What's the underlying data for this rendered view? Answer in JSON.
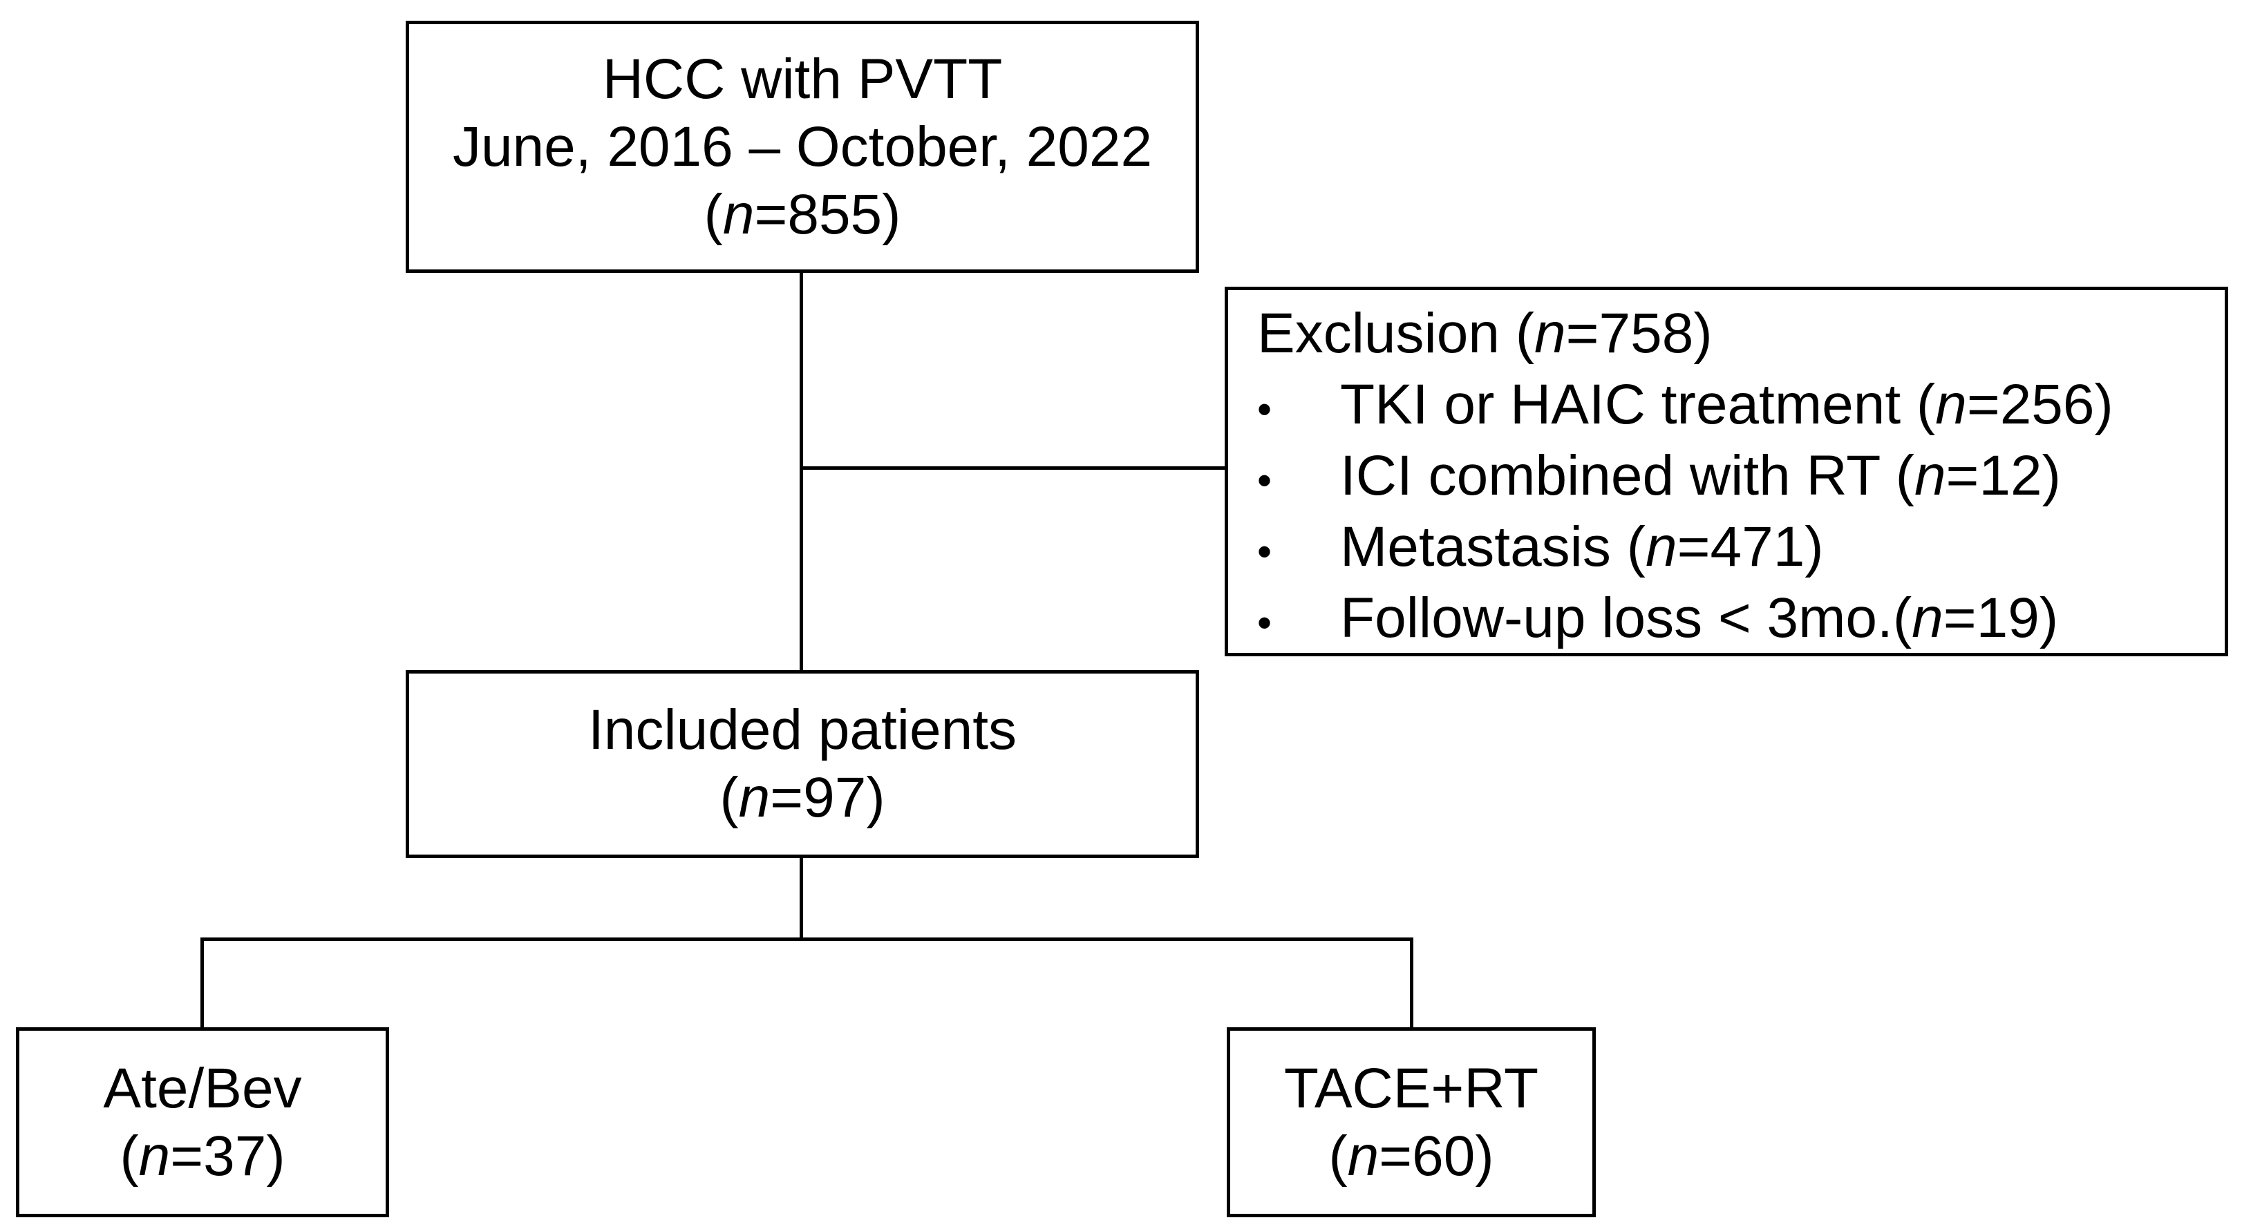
{
  "top_box": {
    "line1": "HCC with PVTT",
    "line2": "June, 2016 – October, 2022",
    "n_prefix": "(",
    "n_symbol": "n",
    "n_value": "=855)"
  },
  "exclusion_box": {
    "title_text": "Exclusion (",
    "title_symbol": "n",
    "title_value": "=758)",
    "bullet": "•",
    "items": [
      {
        "text": "TKI or HAIC treatment (",
        "symbol": "n",
        "value": "=256)"
      },
      {
        "text": "ICI combined with RT (",
        "symbol": "n",
        "value": "=12)"
      },
      {
        "text": "Metastasis (",
        "symbol": "n",
        "value": "=471)"
      },
      {
        "text": "Follow-up loss < 3mo.(",
        "symbol": "n",
        "value": "=19)"
      }
    ]
  },
  "included_box": {
    "line1": "Included patients",
    "n_prefix": "(",
    "n_symbol": "n",
    "n_value": "=97)"
  },
  "ate_box": {
    "line1": "Ate/Bev",
    "n_prefix": "(",
    "n_symbol": "n",
    "n_value": "=37)"
  },
  "tace_box": {
    "line1": "TACE+RT",
    "n_prefix": "(",
    "n_symbol": "n",
    "n_value": "=60)"
  }
}
